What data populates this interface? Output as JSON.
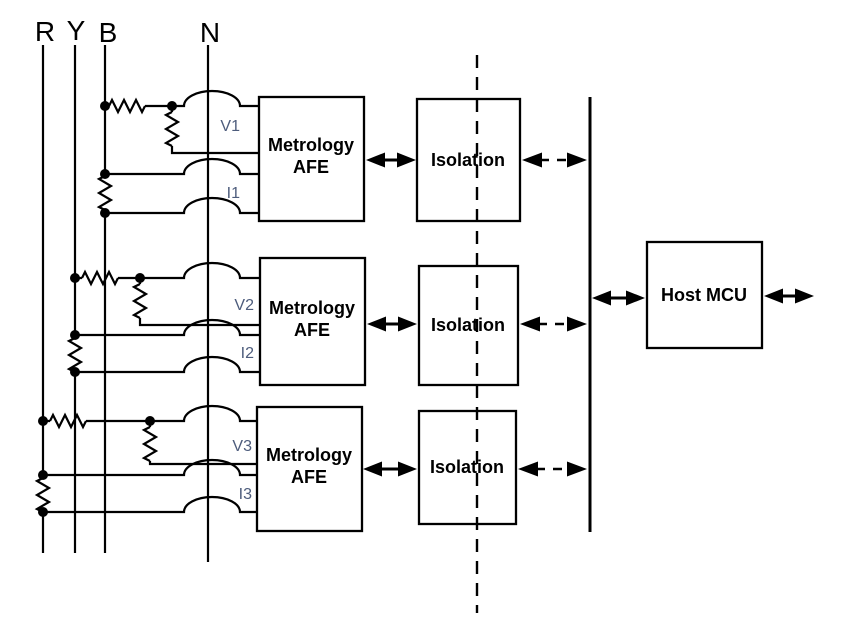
{
  "diagram": {
    "phases": [
      {
        "id": "R",
        "label": "R"
      },
      {
        "id": "Y",
        "label": "Y"
      },
      {
        "id": "B",
        "label": "B"
      },
      {
        "id": "N",
        "label": "N"
      }
    ],
    "rows": [
      {
        "voltage": "V1",
        "current": "I1",
        "afe_line1": "Metrology",
        "afe_line2": "AFE",
        "isolation": "Isolation"
      },
      {
        "voltage": "V2",
        "current": "I2",
        "afe_line1": "Metrology",
        "afe_line2": "AFE",
        "isolation": "Isolation"
      },
      {
        "voltage": "V3",
        "current": "I3",
        "afe_line1": "Metrology",
        "afe_line2": "AFE",
        "isolation": "Isolation"
      }
    ],
    "host": {
      "label": "Host MCU"
    },
    "colors": {
      "line": "#000000",
      "signal_label": "#4d5c7c",
      "background": "#ffffff"
    }
  }
}
